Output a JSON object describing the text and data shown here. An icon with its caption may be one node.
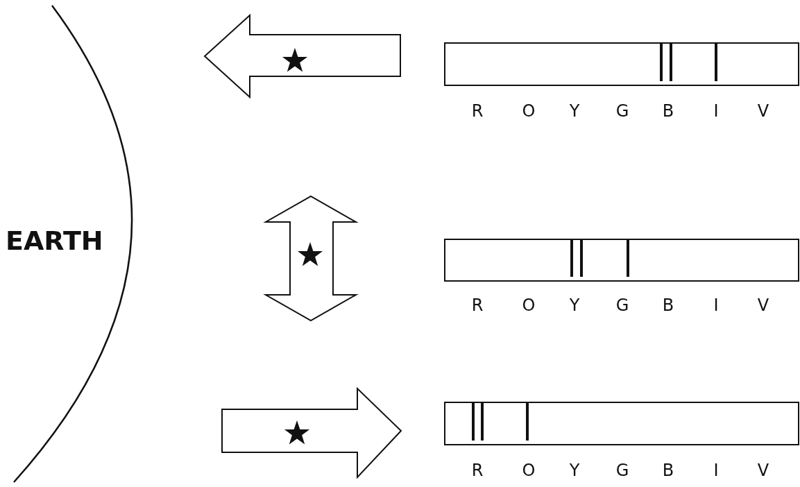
{
  "diagram": {
    "labels": [
      "EARTH",
      "R",
      "O",
      "Y",
      "G",
      "B",
      "I",
      "V",
      "R",
      "O",
      "Y",
      "G",
      "B",
      "I",
      "V",
      "R",
      "O",
      "Y",
      "G",
      "B",
      "I",
      "V"
    ]
  }
}
